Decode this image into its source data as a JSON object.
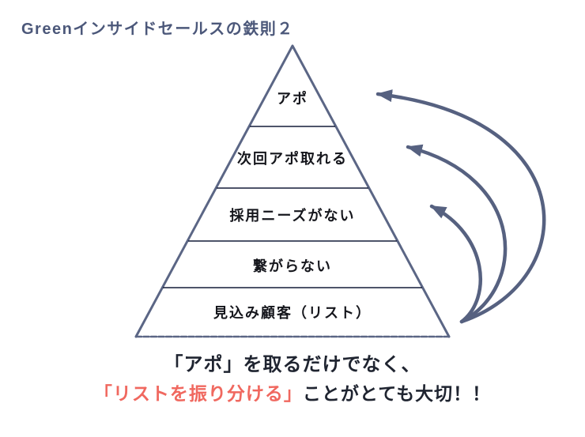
{
  "title": {
    "text": "Greenインサイドセールスの鉄則２",
    "color": "#4c587a"
  },
  "pyramid": {
    "outline_color": "#5b6685",
    "divider_color": "#141b38",
    "label_color": "#15161c",
    "levels": [
      {
        "label": "アポ"
      },
      {
        "label": "次回アポ取れる"
      },
      {
        "label": "採用ニーズがない"
      },
      {
        "label": "繋がらない"
      },
      {
        "label": "見込み顧客（リスト）"
      }
    ]
  },
  "arrows": {
    "color": "#566180",
    "count": 3
  },
  "caption": {
    "line1": "「アポ」を取るだけでなく、",
    "line2_highlight": "「リストを振り分ける」",
    "line2_rest": "ことがとても大切！！",
    "highlight_color": "#f0685f",
    "text_color": "#1f2430"
  }
}
